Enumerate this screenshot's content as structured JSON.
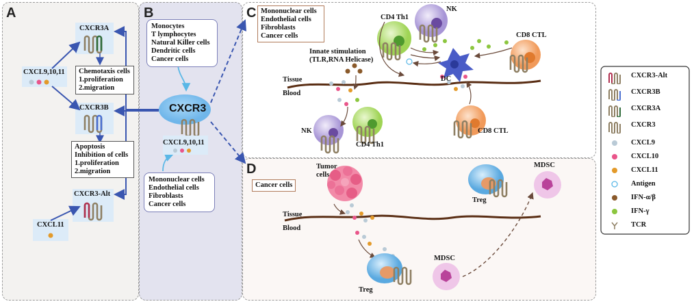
{
  "panel_a": {
    "label": "A",
    "cxcr3a": "CXCR3A",
    "ligands": "CXCL9,10,11",
    "cxcr3a_effects": "Chemotaxis cells\n1.proliferation\n2.migration",
    "cxcr3b": "CXCR3B",
    "cxcr3b_effects": "Apoptosis\nInhibition of cells\n1.proliferation\n2.migration",
    "cxcr3alt": "CXCR3-Alt",
    "cxcl11": "CXCL11"
  },
  "panel_b": {
    "label": "B",
    "expressing_cells": "Monocytes\nT lymphocytes\nNatural Killer cells\nDendritic cells\nCancer cells",
    "receptor": "CXCR3",
    "ligands": "CXCL9,10,11",
    "producing_cells": "Mononuclear cells\nEndothelial cells\nFibroblasts\nCancer cells"
  },
  "panel_c": {
    "label": "C",
    "producing_cells": "Mononuclear cells\nEndothelial cells\nFibroblasts\nCancer cells",
    "innate": "Innate stimulation\n(TLR,RNA Helicase)",
    "cd4_top": "CD4 Th1",
    "nk_top": "NK",
    "cd8_top": "CD8 CTL",
    "dc": "DC",
    "tissue": "Tissue",
    "blood": "Blood",
    "nk_bottom": "NK",
    "cd4_bottom": "CD4 Th1",
    "cd8_bottom": "CD8 CTL"
  },
  "panel_d": {
    "label": "D",
    "cancer_cells": "Cancer cells",
    "tumor_cells": "Tumor\ncells",
    "tissue": "Tissue",
    "blood": "Blood",
    "treg_top": "Treg",
    "mdsc_top": "MDSC",
    "treg_bottom": "Treg",
    "mdsc_bottom": "MDSC"
  },
  "legend": {
    "items": [
      {
        "label": "CXCR3-Alt",
        "icon": "cxcr3alt-receptor-icon"
      },
      {
        "label": "CXCR3B",
        "icon": "cxcr3b-receptor-icon"
      },
      {
        "label": "CXCR3A",
        "icon": "cxcr3a-receptor-icon"
      },
      {
        "label": "CXCR3",
        "icon": "cxcr3-receptor-icon"
      },
      {
        "label": "CXCL9",
        "icon": "cxcl9-dot-icon",
        "color": "#b9cad6"
      },
      {
        "label": "CXCL10",
        "icon": "cxcl10-dot-icon",
        "color": "#e9558a"
      },
      {
        "label": "CXCL11",
        "icon": "cxcl11-dot-icon",
        "color": "#e39a2a"
      },
      {
        "label": "Antigen",
        "icon": "antigen-circle-icon"
      },
      {
        "label": "IFN-α/β",
        "icon": "ifn-ab-dot-icon",
        "color": "#8a5a2b"
      },
      {
        "label": "IFN-γ",
        "icon": "ifn-g-dot-icon",
        "color": "#8cc63f"
      },
      {
        "label": "TCR",
        "icon": "tcr-icon"
      }
    ]
  },
  "colors": {
    "arrow_blue": "#3a56b0",
    "vessel": "#5a2e14",
    "cxcl9": "#b9cad6",
    "cxcl10": "#e9558a",
    "cxcl11": "#e39a2a",
    "ifn_g": "#8cc63f",
    "ifn_ab": "#8a5a2b"
  }
}
